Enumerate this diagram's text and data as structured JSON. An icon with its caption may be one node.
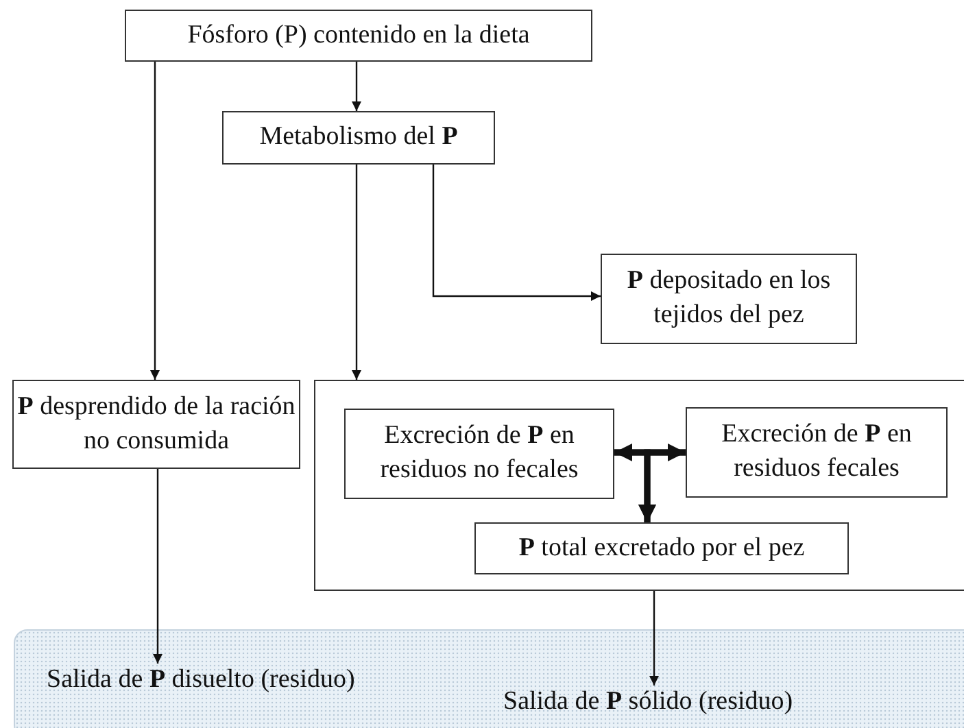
{
  "diagram": {
    "nodes": [
      {
        "text": [
          "Fósforo (P) contenido en la dieta"
        ]
      },
      {
        "text": [
          "Metabolismo del **P**"
        ]
      },
      {
        "text": [
          "**P** depositado en los tejidos del pez"
        ]
      },
      {
        "text": [
          "**P** desprendido de la ración no consumida"
        ]
      },
      {
        "text": [],
        "shape": "box"
      },
      {
        "text": [
          "Excreción de **P** en residuos no fecales"
        ],
        "in": 4
      },
      {
        "text": [
          "Excreción de **P** en residuos fecales"
        ],
        "in": 4
      },
      {
        "text": [
          "**P** total excretado por el pez"
        ],
        "in": 4
      },
      {
        "text": [],
        "shape": "band"
      },
      {
        "text": [
          "Salida de **P** disuelto (residuo)"
        ],
        "in": 8
      },
      {
        "text": [
          "Salida de **P** sólido (residuo)"
        ],
        "in": 8
      }
    ],
    "edges": [
      {
        "from": 0,
        "to": 1,
        "arrow": "to"
      },
      {
        "from": 0,
        "to": 3,
        "arrow": "to"
      },
      {
        "from": 1,
        "to": 2,
        "arrow": "to"
      },
      {
        "from": 1,
        "to": 4,
        "arrow": "to"
      },
      {
        "from": 5,
        "to": 6,
        "arrow": "both",
        "style": "thick"
      },
      {
        "from": 5,
        "to": 7,
        "arrow": "to",
        "style": "thick"
      },
      {
        "from": 6,
        "to": 7,
        "arrow": "to",
        "style": "thick"
      },
      {
        "from": 3,
        "to": 9,
        "arrow": "to"
      },
      {
        "from": 4,
        "to": 10,
        "arrow": "to"
      }
    ]
  }
}
